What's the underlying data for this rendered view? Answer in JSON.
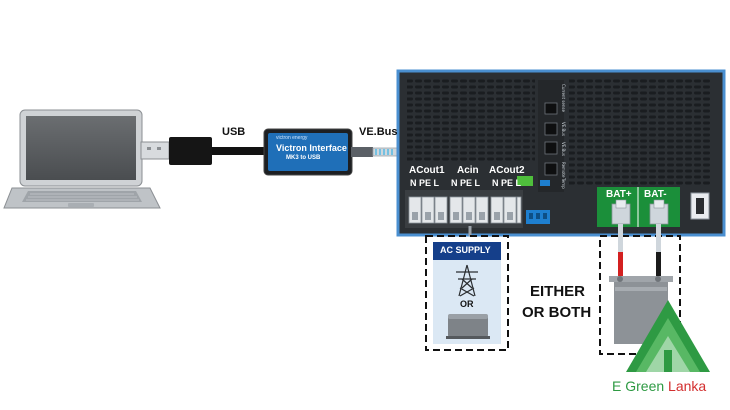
{
  "labels": {
    "usb": "USB",
    "vebus": "VE.Bus",
    "interface_brand": "victron energy",
    "interface_title": "Victron Interface",
    "interface_subtitle": "MK3 to USB",
    "acout1": "ACout1",
    "acin": "Acin",
    "acout2": "ACout2",
    "npel_1": "N PE L",
    "npel_2": "N PE L",
    "npel_3": "N PE L",
    "bat_plus": "BAT+",
    "bat_minus": "BAT-",
    "ac_supply": "AC SUPPLY",
    "or": "OR",
    "either_line1": "EITHER",
    "either_line2": "OR BOTH",
    "logo_e_green": "E Green",
    "logo_lanka": "Lanka",
    "port_label_1": "Current sense",
    "port_label_2": "VE.Bus",
    "port_label_3": "VE.Bus",
    "port_label_4": "Remote",
    "port_label_5": "Temp"
  },
  "colors": {
    "inverter_body": "#2b2f33",
    "inverter_border": "#4a8fd0",
    "interface_blue": "#1f6fb8",
    "cable_blue": "#39b3e6",
    "battery_green": "#1b8f3a",
    "ac_supply_bar": "#153f8a",
    "battery_red": "#d32020",
    "logo_green": "#2e9a43",
    "logo_red": "#d32f2f"
  },
  "icons": [
    "laptop-icon",
    "usb-plug-icon",
    "rj45-connector-icon",
    "pylon-icon",
    "generator-icon",
    "battery-icon",
    "tree-logo-icon"
  ]
}
